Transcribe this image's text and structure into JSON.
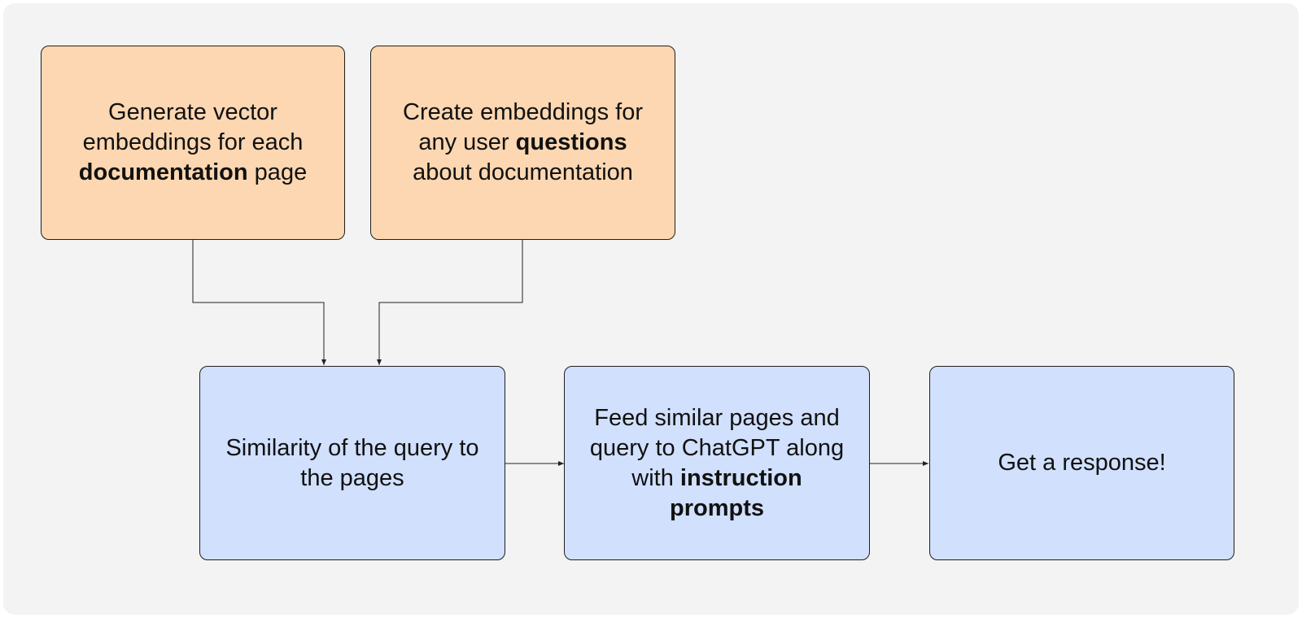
{
  "nodes": {
    "generate_embeddings": {
      "pre": "Generate vector embeddings for each ",
      "bold": "documentation",
      "post": " page"
    },
    "create_embeddings": {
      "pre": "Create embeddings for any user ",
      "bold": "questions",
      "post": " about documentation"
    },
    "similarity": {
      "text": "Similarity of the query to the pages"
    },
    "feed_chatgpt": {
      "pre": "Feed similar pages and query to ChatGPT along with ",
      "bold": "instruction prompts"
    },
    "response": {
      "text": "Get a response!"
    }
  },
  "colors": {
    "background": "#f3f3f4",
    "top_box_fill": "#fdd7b1",
    "bottom_box_fill": "#d1e0fd",
    "border": "#1f1f1f",
    "connector": "#222222"
  }
}
